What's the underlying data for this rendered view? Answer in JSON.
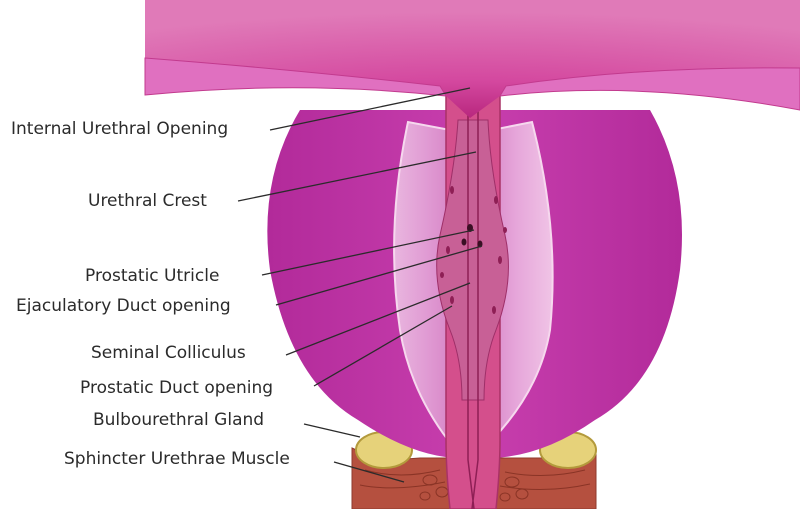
{
  "labels": [
    {
      "id": "internal-urethral-opening",
      "text": "Internal Urethral Opening"
    },
    {
      "id": "urethral-crest",
      "text": "Urethral Crest"
    },
    {
      "id": "prostatic-utricle",
      "text": "Prostatic Utricle"
    },
    {
      "id": "ejaculatory-duct-opening",
      "text": "Ejaculatory Duct opening"
    },
    {
      "id": "seminal-colliculus",
      "text": "Seminal Colliculus"
    },
    {
      "id": "prostatic-duct-opening",
      "text": "Prostatic Duct opening"
    },
    {
      "id": "bulbourethral-gland",
      "text": "Bulbourethral Gland"
    },
    {
      "id": "sphincter-urethrae-muscle",
      "text": "Sphincter Urethrae Muscle"
    }
  ],
  "colors": {
    "bladder": "#d0459f",
    "bladder_light": "#e070c0",
    "prostate": "#c236a4",
    "prostate_inner": "#e4a2d8",
    "urethra": "#d44f8c",
    "colliculus": "#c86096",
    "muscle": "#b5503f",
    "gland": "#e6d27a",
    "leader_line": "#2b2b2b"
  }
}
